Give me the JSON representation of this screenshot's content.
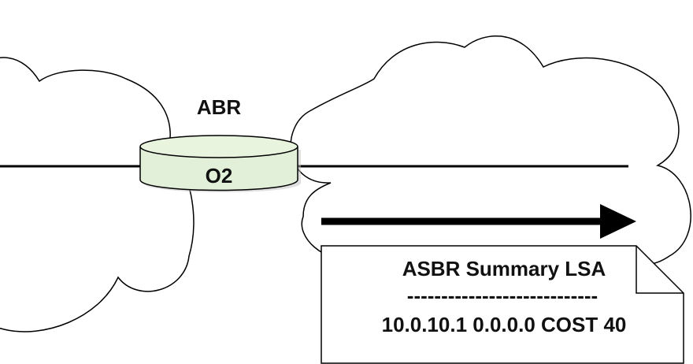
{
  "router": {
    "role_label": "ABR",
    "name": "O2"
  },
  "lsa_note": {
    "title": "ASBR Summary LSA",
    "divider": "----------------------------",
    "entry": "10.0.10.1 0.0.0.0 COST 40"
  },
  "colors": {
    "router_fill": "#e2f0d9",
    "router_top": "#e8f4de",
    "stroke": "#000000",
    "background": "#ffffff"
  }
}
